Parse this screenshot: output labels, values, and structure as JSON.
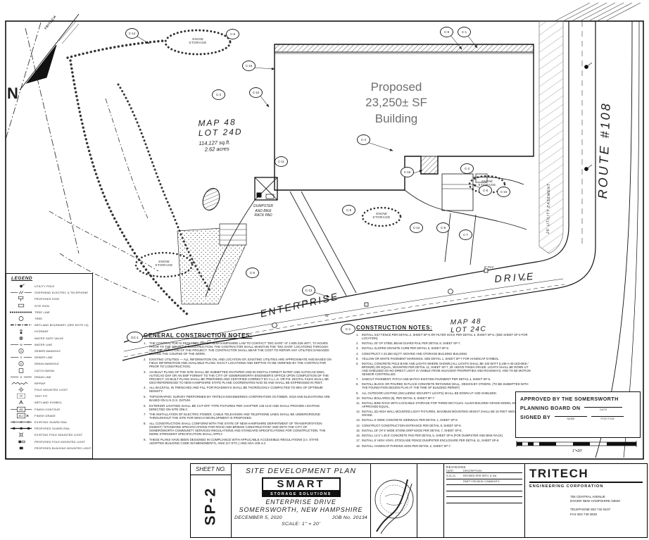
{
  "annotation": {
    "line1": "Proposed",
    "line2": "23,250± SF",
    "line3": "Building"
  },
  "plan": {
    "north_label": "N",
    "north_arrow_text": "TRITECH",
    "lot24d": {
      "line1": "MAP 48",
      "line2": "LOT 24D",
      "line3": "114,127 sq.ft.",
      "line4": "2.62 acres"
    },
    "lot24c": {
      "line1": "MAP 48",
      "line2": "LOT 24C"
    },
    "route108": "ROUTE #108",
    "easement": "25' UTILITY EASEMENT",
    "street1": "ENTERPRISE",
    "street2": "DRIVE",
    "pvc": "8\" PVC",
    "water_marker": "W",
    "snow1": "SNOW",
    "snow2": "STORAGE",
    "dumpster1": "DUMPSTER",
    "dumpster2": "AND BIKE",
    "dumpster3": "RACK PAD"
  },
  "callouts": [
    "C-14",
    "C-8",
    "C-15",
    "C-4",
    "C-8",
    "C-1",
    "C-10",
    "C-11",
    "C-5",
    "C-15",
    "C-2",
    "C-6",
    "C-16",
    "C-12",
    "C-9",
    "C-7",
    "C-6",
    "C-13",
    "C-3"
  ],
  "legend": {
    "title": "LEGEND",
    "items": [
      {
        "label": "UTILITY POLE",
        "char": ""
      },
      {
        "label": "OVERHEAD ELECTRIC & TELEPHONE",
        "char": ""
      },
      {
        "label": "PROPOSED SIGN",
        "char": ""
      },
      {
        "label": "SITE SIGN",
        "char": ""
      },
      {
        "label": "TREE LINE",
        "char": ""
      },
      {
        "label": "TREE",
        "char": ""
      },
      {
        "label": "WETLAND BOUNDARY (SEE NOTE 13)",
        "char": ""
      },
      {
        "label": "HYDRANT",
        "char": ""
      },
      {
        "label": "WATER GATE VALVE",
        "char": ""
      },
      {
        "label": "WATER LINE",
        "char": "W"
      },
      {
        "label": "SEWER MANHOLE",
        "char": "S"
      },
      {
        "label": "SEWER LINE",
        "char": "S"
      },
      {
        "label": "DRAIN MANHOLE",
        "char": "D"
      },
      {
        "label": "CATCH BASIN",
        "char": ""
      },
      {
        "label": "DRAIN LINE",
        "char": "D"
      },
      {
        "label": "RIPRAP",
        "char": ""
      },
      {
        "label": "POLE MOUNTED LIGHT",
        "char": ""
      },
      {
        "label": "TEST PIT",
        "char": "TP"
      },
      {
        "label": "WETLAND SYMBOL",
        "char": ""
      },
      {
        "label": "FINISH CONTOUR",
        "char": "452"
      },
      {
        "label": "FINISH GRADE",
        "char": "45.2"
      },
      {
        "label": "EXISTING GUARD RAIL",
        "char": ""
      },
      {
        "label": "PROPOSED GUARD RAIL",
        "char": ""
      },
      {
        "label": "EXISTING POLE MOUNTED LIGHT",
        "char": ""
      },
      {
        "label": "PROPOSED POLE MOUNTED LIGHT",
        "char": ""
      },
      {
        "label": "PROPOSED BUILDING MOUNTED LIGHT",
        "char": ""
      }
    ]
  },
  "general_notes": {
    "tag": "GC-1",
    "title": "GENERAL CONSTRUCTION NOTES:",
    "items": [
      "THE CONTRACTOR IS REQUIRED UNDER NEW HAMPSHIRE LAW TO CONTACT \"DIG SAFE\" AT 1-800-225-4977, 72 HOURS PRIOR TO THE START OF CONSTRUCTION. THE CONTRACTOR SHALL MAINTAIN THE \"DIG SAFE\" LOCATIONS THROUGH OUT THE DURATION OF THE PROJECT. THE CONTRACTOR SHALL BEAR THE COST TO REPAIR ANY UTILITIES DAMAGED DURING THE COURSE OF THE WORK.",
      "EXISTING UTILITIES — ALL INFORMATION ON, AND LOCATION OF, EXISTING UTILITIES ARE APPROXIMATE AND BASED ON FIELD INFORMATION AND AVAILABLE PLANS. EXACT LOCATIONS AND DEPTHS TO BE VERIFIED BY THE CONTRACTOR PRIOR TO CONSTRUCTION.",
      "AS-BUILT PLANS OF THE SITE SHALL BE SUBMITTED ON PAPER AND IN DIGITAL FORMAT IN PDF AND AUTOCAD DWG, AUTOCAD DXF OR AN EMF FORMAT TO THE CITY OF SOMERSWORTH ENGINEER'S OFFICE UPON COMPLETION OF THE PROJECT. AS-BUILT PLANS SHALL BE PREPARED AND CERTIFIED CORRECT BY A L.L.S. OR P.E. DIGITAL FILES SHALL BE GEO-REFERENCED TO NEW HAMPSHIRE STATE PLANE COORDINATES NAD 83 AND SHALL BE EXPRESSED IN FEET.",
      "ALL BACKFILL IN TRENCHES AND FILL FOR ROADWAYS SHALL BE THOROUGHLY COMPACTED TO 95% OF OPTIMUM DENSITY.",
      "TOPOGRAPHIC SURVEY PERFORMED BY TRITECH ENGINEERING CORPORATION OCTOBER, 2019 AND ELEVATIONS ARE BASED ON U.S.G.S. DATUM.",
      "EXTERIOR LIGHTING SHALL BE CUT-OFF TYPE FIXTURES PER CHAPTER 145-14-E AND SHALL PROVIDE LIGHTING DIRECTED ON-SITE ONLY.",
      "THE INSTALLATION OF ELECTRIC POWER, CABLE TELEVISION AND TELEPHONE LINES SHALL BE UNDERGROUND THROUGHOUT THE SITE FOR WHICH DEVELOPMENT IS PROPOSED.",
      "ALL CONSTRUCTION SHALL CONFORM WITH THE STATE OF NEW HAMPSHIRE DEPARTMENT OF TRANSPORTATION (NHDOT) \"STANDARD SPECIFICATIONS FOR ROAD AND BRIDGE CONSTRUCTION\" AND WITH THE CITY OF SOMERSWORTH COMMUNITY SERVICES REGULATIONS AND STANDARD SPECIFICATIONS FOR CONSTRUCTION. THE MORE STRINGENT SPECIFICATION SHALL APPLY.",
      "THESE PLANS HAVE BEEN DESIGNED IN COMPLIANCE WITH APPLICABLE ACCESSIBLE REGULATIONS (i.e. STATE ADOPTED BUILDING CODE W/AMENDMENTS, ANSI 117 ETC.) AND ADA-105-4.3."
    ]
  },
  "construction_notes": {
    "tag": "C-1",
    "title": "CONSTRUCTION NOTES:",
    "items": [
      "INSTALL SILT FENCE PER DETAIL 2, SHEET SP-6 OR FILTER SOCK PER DETAIL 3, SHEET SP-6. (SEE SHEET SP-3 FOR LOCATION)",
      "INSTALL 20' OF STEEL BEAM GUARD RAIL PER DETAIL 8, SHEET SP-7.",
      "INSTALL SLOPED GRANITE CURB PER DETAIL 5, SHEET SP-6.",
      "CONSTRUCT A 23,250 SQ.FT. MOVING AND STORAGE BUILDING BUILDING.",
      "YELLOW OR WHITE PAVEMENT MARKINGS. SEE DETAIL 1, SHEET SP-7 FOR HANDICAP SYMBOL.",
      "INSTALL CONCRETE POLE BASE AND LIGHTS WHERE SHOWN (ALL LIGHTS SHALL BE 100 WATT (LUM-A-40-LED-BK8 / BRONZE) OR EQUAL, MOUNTED PER DETAIL 11, SHEET SP-7, 25' ABOVE FINISH GRADE. LIGHTS SHALL BE DOWN LIT AND SHIELDED SO NO DIRECT LIGHT IS VISIBLE FROM ADJACENT PROPERTIES AND ROADWAYS, AND TO BE MOTION SENSOR CONTROLLED.",
      "SAWCUT PAVEMENT, PATCH AND MATCH EXISTING PAVEMENT PER DETAIL 4, SHEET SP-6.",
      "INSTALL BLOCK OR POURED IN PLACE CONCRETE RETAINING WALL, DESIGN BY OTHERS. (TO BE SUBMITTED WITH THE FOUNDATION DESIGN PLAN AT THE TIME OF BUILDING PERMIT)",
      "ALL OUTDOOR LIGHTING (INCLUDING SECURITY LIGHTS) SHALL BE DOWN LIT AND SHIELDED.",
      "INSTALL BOLLARDS (8), PER DETAIL 9, SHEET SP-7.",
      "INSTALL BIKE RACK WITH LOCKABLE STORAGE FOR THREE BICYCLES. ALLEN BUILDING GRADE MODEL 2040, OR APPROVED EQUAL.",
      "INSTALL (6) HIGH WALL MOUNTED LIGHT FIXTURES, MAXIMUM MOUNTING HEIGHT SHALL BE 18 FEET ABOVE FINISH GRADE.",
      "INSTALL 5' WIDE CONCRETE SIDEWALK PER DETAIL 1, SHEET SP-6.",
      "CONSTRUCT CONSTRUCTION ENTRANCE PER DETAIL 6, SHEET SP-6.",
      "INSTALL 18' OF 8' WIDE STONE DRIP EDGE PER DETAIL 7, SHEET SP-6.",
      "INSTALL 14.0' x 45.0' CONCRETE PAD PER DETAIL 5, SHEET SP-6 (FOR DUMPSTER AND BIKE RACK)",
      "INSTALL 6' HIGH VINYL STOCKADE FENCE DUMPSTER ENCLOSURE PER DETAIL 11, SHEET SP-8.",
      "INSTALL HANDICAP PARKING SIGN PER DETAIL 2, SHEET SP-7."
    ]
  },
  "approval": {
    "line1": "APPROVED BY THE SOMERSWORTH",
    "line2": "PLANNING BOARD ON",
    "date_label": "DATE",
    "signed_label": "SIGNED BY",
    "name_label": "NAME",
    "position_label": "POSITION"
  },
  "scale_bar": {
    "label": "1\"=20'"
  },
  "title_block": {
    "sheet_no_label": "SHEET NO.",
    "sheet_no": "SP-2",
    "plan_title": "SITE DEVELOPMENT PLAN",
    "logo_top": "SMART",
    "logo_bottom": "STORAGE SOLUTIONS",
    "project_street": "ENTERPRISE DRIVE",
    "project_city": "SOMERSWORTH, NEW HAMPSHIRE",
    "date": "DECEMBER 5, 2020",
    "job": "JOB No. 20134",
    "scale": "SCALE: 1\" = 20'",
    "revisions": {
      "title": "REVISIONS",
      "date_label": "DATE:",
      "desc_label": "DESCRIPTION:",
      "rows": [
        {
          "date": "3-31-21",
          "desc": "REVISED PER SRTC & 3rd"
        },
        {
          "date": "",
          "desc": "PARTY REVIEW COMMENTS"
        }
      ]
    },
    "firm": {
      "name": "TRITECH",
      "subtitle": "ENGINEERING CORPORATION",
      "address1": "755 CENTRAL AVENUE",
      "address2": "DOVER NEW HAMPSHIRE 03820",
      "phone": "TELEPHONE 603 742 8107",
      "fax": "FAX 603 749 3630"
    }
  },
  "colors": {
    "ink": "#222222",
    "annotation_gray": "#6e6e6e",
    "paper": "#ffffff"
  }
}
